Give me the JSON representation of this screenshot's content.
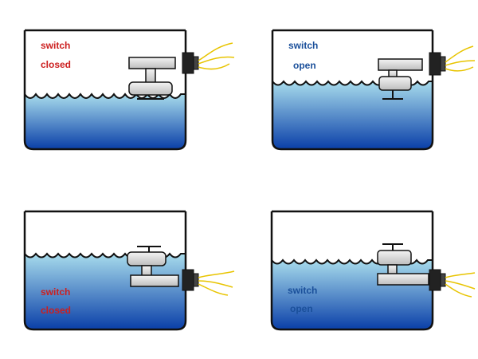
{
  "colors": {
    "closed_text": "#cc1f1f",
    "open_text": "#1a4f9a",
    "water_top": "#a8dcec",
    "water_bottom": "#0a3fa8",
    "tank_outline": "#111111",
    "wire": "#e8c400",
    "fitting": "#222222",
    "float_body": "#dcdcdc"
  },
  "panels": [
    {
      "id": "top-left",
      "state": "closed",
      "label_line1": "switch",
      "label_line2": "closed",
      "water_level": "low",
      "float": "down"
    },
    {
      "id": "top-right",
      "state": "open",
      "label_line1": "switch",
      "label_line2": "open",
      "water_level": "low",
      "float": "down"
    },
    {
      "id": "bottom-left",
      "state": "closed",
      "label_line1": "switch",
      "label_line2": "closed",
      "water_level": "high",
      "float": "up"
    },
    {
      "id": "bottom-right",
      "state": "open",
      "label_line1": "switch",
      "label_line2": "open",
      "water_level": "high",
      "float": "up"
    }
  ]
}
